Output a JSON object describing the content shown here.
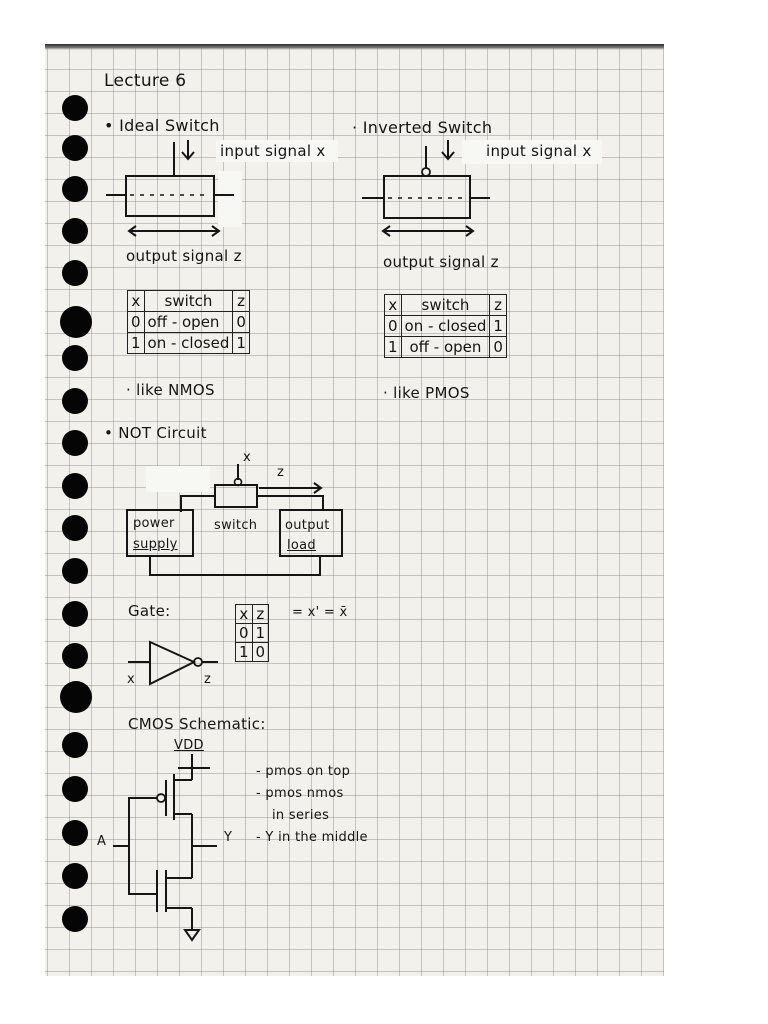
{
  "title": "Lecture 6",
  "ideal_switch": {
    "heading": "• Ideal Switch",
    "input_label": "input signal x",
    "output_label": "output signal z",
    "table": {
      "headers": [
        "x",
        "switch",
        "z"
      ],
      "rows": [
        [
          "0",
          "off - open",
          "0"
        ],
        [
          "1",
          "on - closed",
          "1"
        ]
      ]
    },
    "note": "· like NMOS"
  },
  "inverted_switch": {
    "heading": "· Inverted Switch",
    "input_label": "input signal x",
    "output_label": "output signal z",
    "table": {
      "headers": [
        "x",
        "switch",
        "z"
      ],
      "rows": [
        [
          "0",
          "on - closed",
          "1"
        ],
        [
          "1",
          "off - open",
          "0"
        ]
      ]
    },
    "note": "· like PMOS"
  },
  "not_circuit": {
    "heading": "• NOT Circuit",
    "x_label": "x",
    "z_label": "z",
    "power_supply": [
      "power",
      "supply"
    ],
    "switch_label": "switch",
    "output_load": [
      "output",
      "load"
    ]
  },
  "gate": {
    "heading": "Gate:",
    "table": {
      "headers": [
        "x",
        "z"
      ],
      "rows": [
        [
          "0",
          "1"
        ],
        [
          "1",
          "0"
        ]
      ]
    },
    "equation": "= x' = x̄",
    "x_label": "x",
    "z_label": "z"
  },
  "cmos": {
    "heading": "CMOS Schematic:",
    "vdd": "VDD",
    "input": "A",
    "output": "Y",
    "notes": [
      "- pmos on top",
      "- pmos nmos",
      "in series",
      "- Y in the middle"
    ]
  }
}
